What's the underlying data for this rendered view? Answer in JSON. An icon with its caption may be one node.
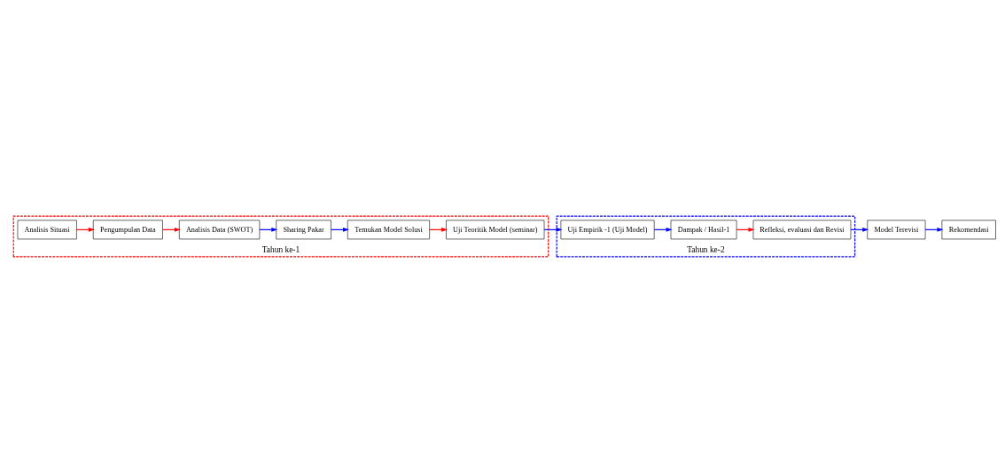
{
  "diagram": {
    "nodes": [
      {
        "text": [
          "Tahun ke-1"
        ]
      },
      {
        "text": [
          "Analisis Data (SWOT)"
        ],
        "in": 0
      },
      {
        "text": [
          "Pengumpulan Data"
        ],
        "in": 0
      },
      {
        "text": [
          "Analisis Situasi"
        ],
        "in": 0
      },
      {
        "text": [
          "Uji Teoritik Model (seminar)"
        ],
        "in": 0
      },
      {
        "text": [
          "Sharing Pakar"
        ],
        "in": 0
      },
      {
        "text": [
          "Temukan Model Solusi"
        ],
        "in": 0
      },
      {
        "text": [
          "Tahun ke-2"
        ]
      },
      {
        "text": [
          "Refleksi, evaluasi dan Revisi"
        ],
        "in": 7
      },
      {
        "text": [
          "Uji Empirik -1 (Uji Model)"
        ],
        "in": 7
      },
      {
        "text": [
          "Dampak / Hasil-1"
        ],
        "in": 7
      },
      {
        "text": [
          "Model Terevisi"
        ]
      },
      {
        "text": [
          "Rekomendasi"
        ]
      }
    ],
    "edges": [
      {
        "from": 3,
        "to": 2,
        "arrow": "to",
        "color": "#ff0000"
      },
      {
        "from": 2,
        "to": 1,
        "arrow": "to",
        "color": "#ff0000"
      },
      {
        "from": 1,
        "to": 5,
        "arrow": "to",
        "color": "#0000ff"
      },
      {
        "from": 5,
        "to": 6,
        "arrow": "to",
        "color": "#0000ff"
      },
      {
        "from": 6,
        "to": 4,
        "arrow": "to",
        "color": "#ff0000"
      },
      {
        "from": 4,
        "to": 9,
        "arrow": "to",
        "color": "#0000ff"
      },
      {
        "from": 9,
        "to": 10,
        "arrow": "to",
        "color": "#0000ff"
      },
      {
        "from": 10,
        "to": 8,
        "arrow": "to",
        "color": "#ff0000"
      },
      {
        "from": 8,
        "to": 11,
        "arrow": "to",
        "color": "#0000ff"
      },
      {
        "from": 11,
        "to": 12,
        "arrow": "to",
        "color": "#0000ff"
      }
    ]
  }
}
